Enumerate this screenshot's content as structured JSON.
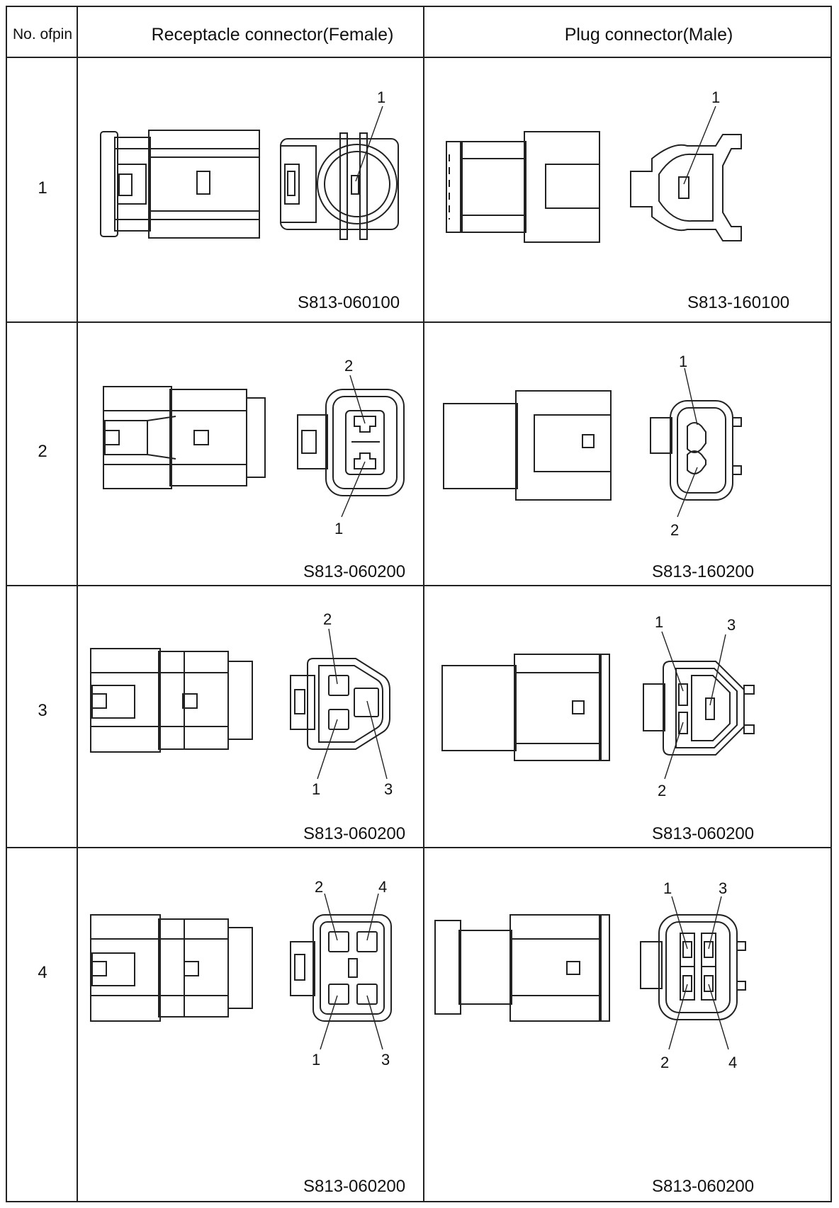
{
  "header": {
    "pin_label": "No. of pin",
    "receptacle_label": "Receptacle connector(Female)",
    "plug_label": "Plug connector(Male)"
  },
  "rows": [
    {
      "pins": "1",
      "receptacle_part": "S813-060100",
      "plug_part": "S813-160100",
      "receptacle_labels": [
        "1"
      ],
      "plug_labels": [
        "1"
      ]
    },
    {
      "pins": "2",
      "receptacle_part": "S813-060200",
      "plug_part": "S813-160200",
      "receptacle_labels": [
        "2",
        "1"
      ],
      "plug_labels": [
        "1",
        "2"
      ]
    },
    {
      "pins": "3",
      "receptacle_part": "S813-060200",
      "plug_part": "S813-060200",
      "receptacle_labels": [
        "2",
        "1",
        "3"
      ],
      "plug_labels": [
        "1",
        "3",
        "2"
      ]
    },
    {
      "pins": "4",
      "receptacle_part": "S813-060200",
      "plug_part": "S813-060200",
      "receptacle_labels": [
        "2",
        "4",
        "1",
        "3"
      ],
      "plug_labels": [
        "1",
        "3",
        "2",
        "4"
      ]
    }
  ]
}
